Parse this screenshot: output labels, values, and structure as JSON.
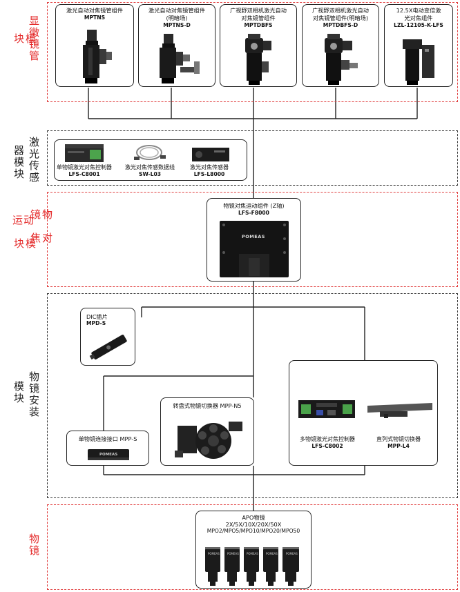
{
  "sections": {
    "tube": {
      "label": [
        "显",
        "微",
        "镜",
        "管"
      ],
      "label_prefix": "模块",
      "color": "#e42a2a"
    },
    "sensor": {
      "label": [
        "激",
        "光",
        "传",
        "感"
      ],
      "label_prefix": [
        "器",
        "模",
        "块"
      ],
      "color": "#222222"
    },
    "motion": {
      "label": [
        "运动",
        "物镜",
        "模块",
        "对焦"
      ],
      "color": "#e42a2a"
    },
    "mount": {
      "label": [
        "物",
        "镜",
        "模",
        "块",
        "安",
        "装"
      ],
      "color": "#222222"
    },
    "objective": {
      "label": [
        "物",
        "镜"
      ],
      "color": "#e42a2a"
    }
  },
  "tubes": [
    {
      "name": "激光自动对焦镜管组件",
      "code": "MPTNS"
    },
    {
      "name": "激光自动对焦镜管组件",
      "name2": "(明暗场)",
      "code": "MPTNS-D"
    },
    {
      "name": "广视野双相机激光自动",
      "name2": "对焦镜管组件",
      "code": "MPTDBFS"
    },
    {
      "name": "广视野双相机激光自动",
      "name2": "对焦镜管组件(明暗场)",
      "code": "MPTDBFS-D"
    },
    {
      "name": "12.5X电动变倍激",
      "name2": "光对焦组件",
      "code": "LZL-12105-K-LFS"
    }
  ],
  "sensor_items": [
    {
      "name": "单物镜激光对焦控制器",
      "code": "LFS-C8001"
    },
    {
      "name": "激光对焦传感数据线",
      "code": "SW-L03"
    },
    {
      "name": "激光对焦传感器",
      "code": "LFS-L8000"
    }
  ],
  "motion_item": {
    "name": "物镜对焦运动组件 (Z轴)",
    "code": "LFS-F8000",
    "brand": "POMEAS"
  },
  "dic": {
    "name": "DIC插片",
    "code": "MPD-S"
  },
  "single_connector": {
    "name": "单物镜连接接口 MPP-S",
    "brand": "POMEAS"
  },
  "turret": {
    "name": "转盘式物镜切换器 MPP-N5"
  },
  "multi_controller": {
    "name": "多物镜激光对焦控制器",
    "code": "LFS-C8002"
  },
  "linear_switch": {
    "name": "直列式物镜切换器",
    "code": "MPP-L4"
  },
  "apo": {
    "name": "APO物镜",
    "mags": "2X/5X/10X/20X/50X",
    "codes": "MPO2/MPO5/MPO10/MPO20/MPO50",
    "brand": "POMEAS"
  }
}
